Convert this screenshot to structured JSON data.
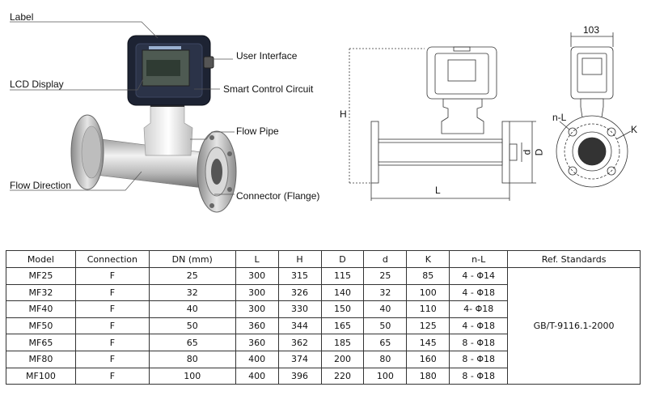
{
  "photo": {
    "callouts": {
      "label": "Label",
      "user_interface": "User  Interface",
      "lcd_display": "LCD Display",
      "smart_control_circuit": "Smart Control Circuit",
      "flow_pipe": "Flow Pipe",
      "flow_direction": "Flow Direction",
      "connector": "Connector (Flange)"
    }
  },
  "drawing": {
    "dims": {
      "H": "H",
      "L": "L",
      "d": "d",
      "D": "D",
      "width": "103",
      "nL": "n-L",
      "K": "K"
    }
  },
  "table": {
    "headers": [
      "Model",
      "Connection",
      "DN (mm)",
      "L",
      "H",
      "D",
      "d",
      "K",
      "n-L",
      "Ref. Standards"
    ],
    "rows": [
      [
        "MF25",
        "F",
        "25",
        "300",
        "315",
        "115",
        "25",
        "85",
        "4 - Φ14"
      ],
      [
        "MF32",
        "F",
        "32",
        "300",
        "326",
        "140",
        "32",
        "100",
        "4 - Φ18"
      ],
      [
        "MF40",
        "F",
        "40",
        "300",
        "330",
        "150",
        "40",
        "110",
        "4- Φ18"
      ],
      [
        "MF50",
        "F",
        "50",
        "360",
        "344",
        "165",
        "50",
        "125",
        "4 - Φ18"
      ],
      [
        "MF65",
        "F",
        "65",
        "360",
        "362",
        "185",
        "65",
        "145",
        "8 - Φ18"
      ],
      [
        "MF80",
        "F",
        "80",
        "400",
        "374",
        "200",
        "80",
        "160",
        "8 - Φ18"
      ],
      [
        "MF100",
        "F",
        "100",
        "400",
        "396",
        "220",
        "100",
        "180",
        "8 - Φ18"
      ]
    ],
    "standard": "GB/T-9116.1-2000"
  }
}
